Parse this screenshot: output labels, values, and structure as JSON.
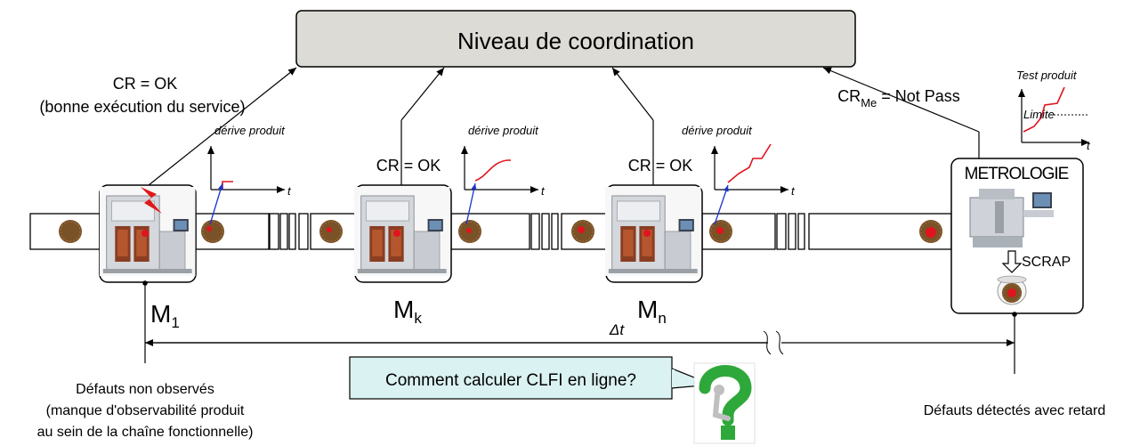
{
  "coordination": {
    "title": "Niveau de coordination"
  },
  "machines": [
    {
      "label": "M",
      "sub": "1",
      "cr": "CR = OK",
      "cr_note": "(bonne exécution du service)",
      "graph_title": "dérive produit",
      "axis": "t"
    },
    {
      "label": "M",
      "sub": "k",
      "cr": "CR = OK",
      "graph_title": "dérive produit",
      "axis": "t"
    },
    {
      "label": "M",
      "sub": "n",
      "cr": "CR = OK",
      "graph_title": "dérive produit",
      "axis": "t"
    }
  ],
  "metrology": {
    "title": "METROLOGIE",
    "scrap": "SCRAP",
    "cr_prefix": "CR",
    "cr_sub": "Me",
    "cr_suffix": " = Not Pass",
    "graph_title": "Test produit",
    "limit_label": "Limite",
    "axis": "t"
  },
  "timeline": {
    "delta": "Δt"
  },
  "notes": {
    "left": [
      "Défauts non observés",
      "(manque d'observabilité produit",
      "au sein de la chaîne fonctionnelle)"
    ],
    "right": "Défauts détectés avec retard"
  },
  "question": {
    "text": "Comment calculer CLFI en ligne?"
  },
  "colors": {
    "coord_fill": "#dddbd5",
    "question_fill": "#dbf2f2",
    "drift": "#e0141e",
    "pointer": "#1a33cc",
    "wafer": "#7a5228",
    "question_mark": "#2ea83a"
  }
}
